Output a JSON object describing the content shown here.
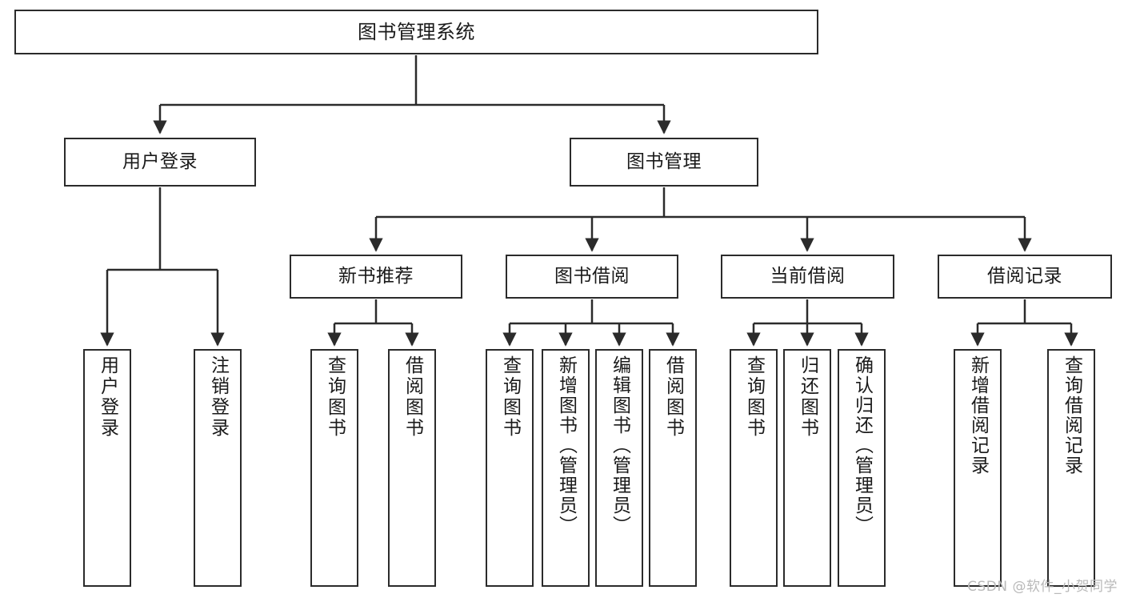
{
  "diagram": {
    "title": "图书管理系统",
    "type": "tree",
    "background_color": "#ffffff",
    "line_color": "#2b2b2b",
    "text_color": "#1a1a1a",
    "watermark": "CSDN @软件_小贺同学"
  },
  "nodes": {
    "root": {
      "label": "图书管理系统"
    },
    "level2": [
      {
        "label": "用户登录"
      },
      {
        "label": "图书管理"
      }
    ],
    "level3": [
      {
        "label": "新书推荐"
      },
      {
        "label": "图书借阅"
      },
      {
        "label": "当前借阅"
      },
      {
        "label": "借阅记录"
      }
    ],
    "leaves": {
      "user_login": [
        {
          "label": "用户登录"
        },
        {
          "label": "注销登录"
        }
      ],
      "new_book_recommend": [
        {
          "label": "查询图书"
        },
        {
          "label": "借阅图书"
        }
      ],
      "book_borrow": [
        {
          "label": "查询图书"
        },
        {
          "label": "新增图书（管理员）"
        },
        {
          "label": "编辑图书（管理员）"
        },
        {
          "label": "借阅图书"
        }
      ],
      "current_borrow": [
        {
          "label": "查询图书"
        },
        {
          "label": "归还图书"
        },
        {
          "label": "确认归还（管理员）"
        }
      ],
      "borrow_record": [
        {
          "label": "新增借阅记录"
        },
        {
          "label": "查询借阅记录"
        }
      ]
    }
  },
  "chart_data": {
    "type": "table",
    "title": "图书管理系统 功能结构图",
    "hierarchy": [
      {
        "label": "图书管理系统",
        "children": [
          {
            "label": "用户登录",
            "children": [
              {
                "label": "用户登录"
              },
              {
                "label": "注销登录"
              }
            ]
          },
          {
            "label": "图书管理",
            "children": [
              {
                "label": "新书推荐",
                "children": [
                  {
                    "label": "查询图书"
                  },
                  {
                    "label": "借阅图书"
                  }
                ]
              },
              {
                "label": "图书借阅",
                "children": [
                  {
                    "label": "查询图书"
                  },
                  {
                    "label": "新增图书（管理员）"
                  },
                  {
                    "label": "编辑图书（管理员）"
                  },
                  {
                    "label": "借阅图书"
                  }
                ]
              },
              {
                "label": "当前借阅",
                "children": [
                  {
                    "label": "查询图书"
                  },
                  {
                    "label": "归还图书"
                  },
                  {
                    "label": "确认归还（管理员）"
                  }
                ]
              },
              {
                "label": "借阅记录",
                "children": [
                  {
                    "label": "新增借阅记录"
                  },
                  {
                    "label": "查询借阅记录"
                  }
                ]
              }
            ]
          }
        ]
      }
    ]
  }
}
